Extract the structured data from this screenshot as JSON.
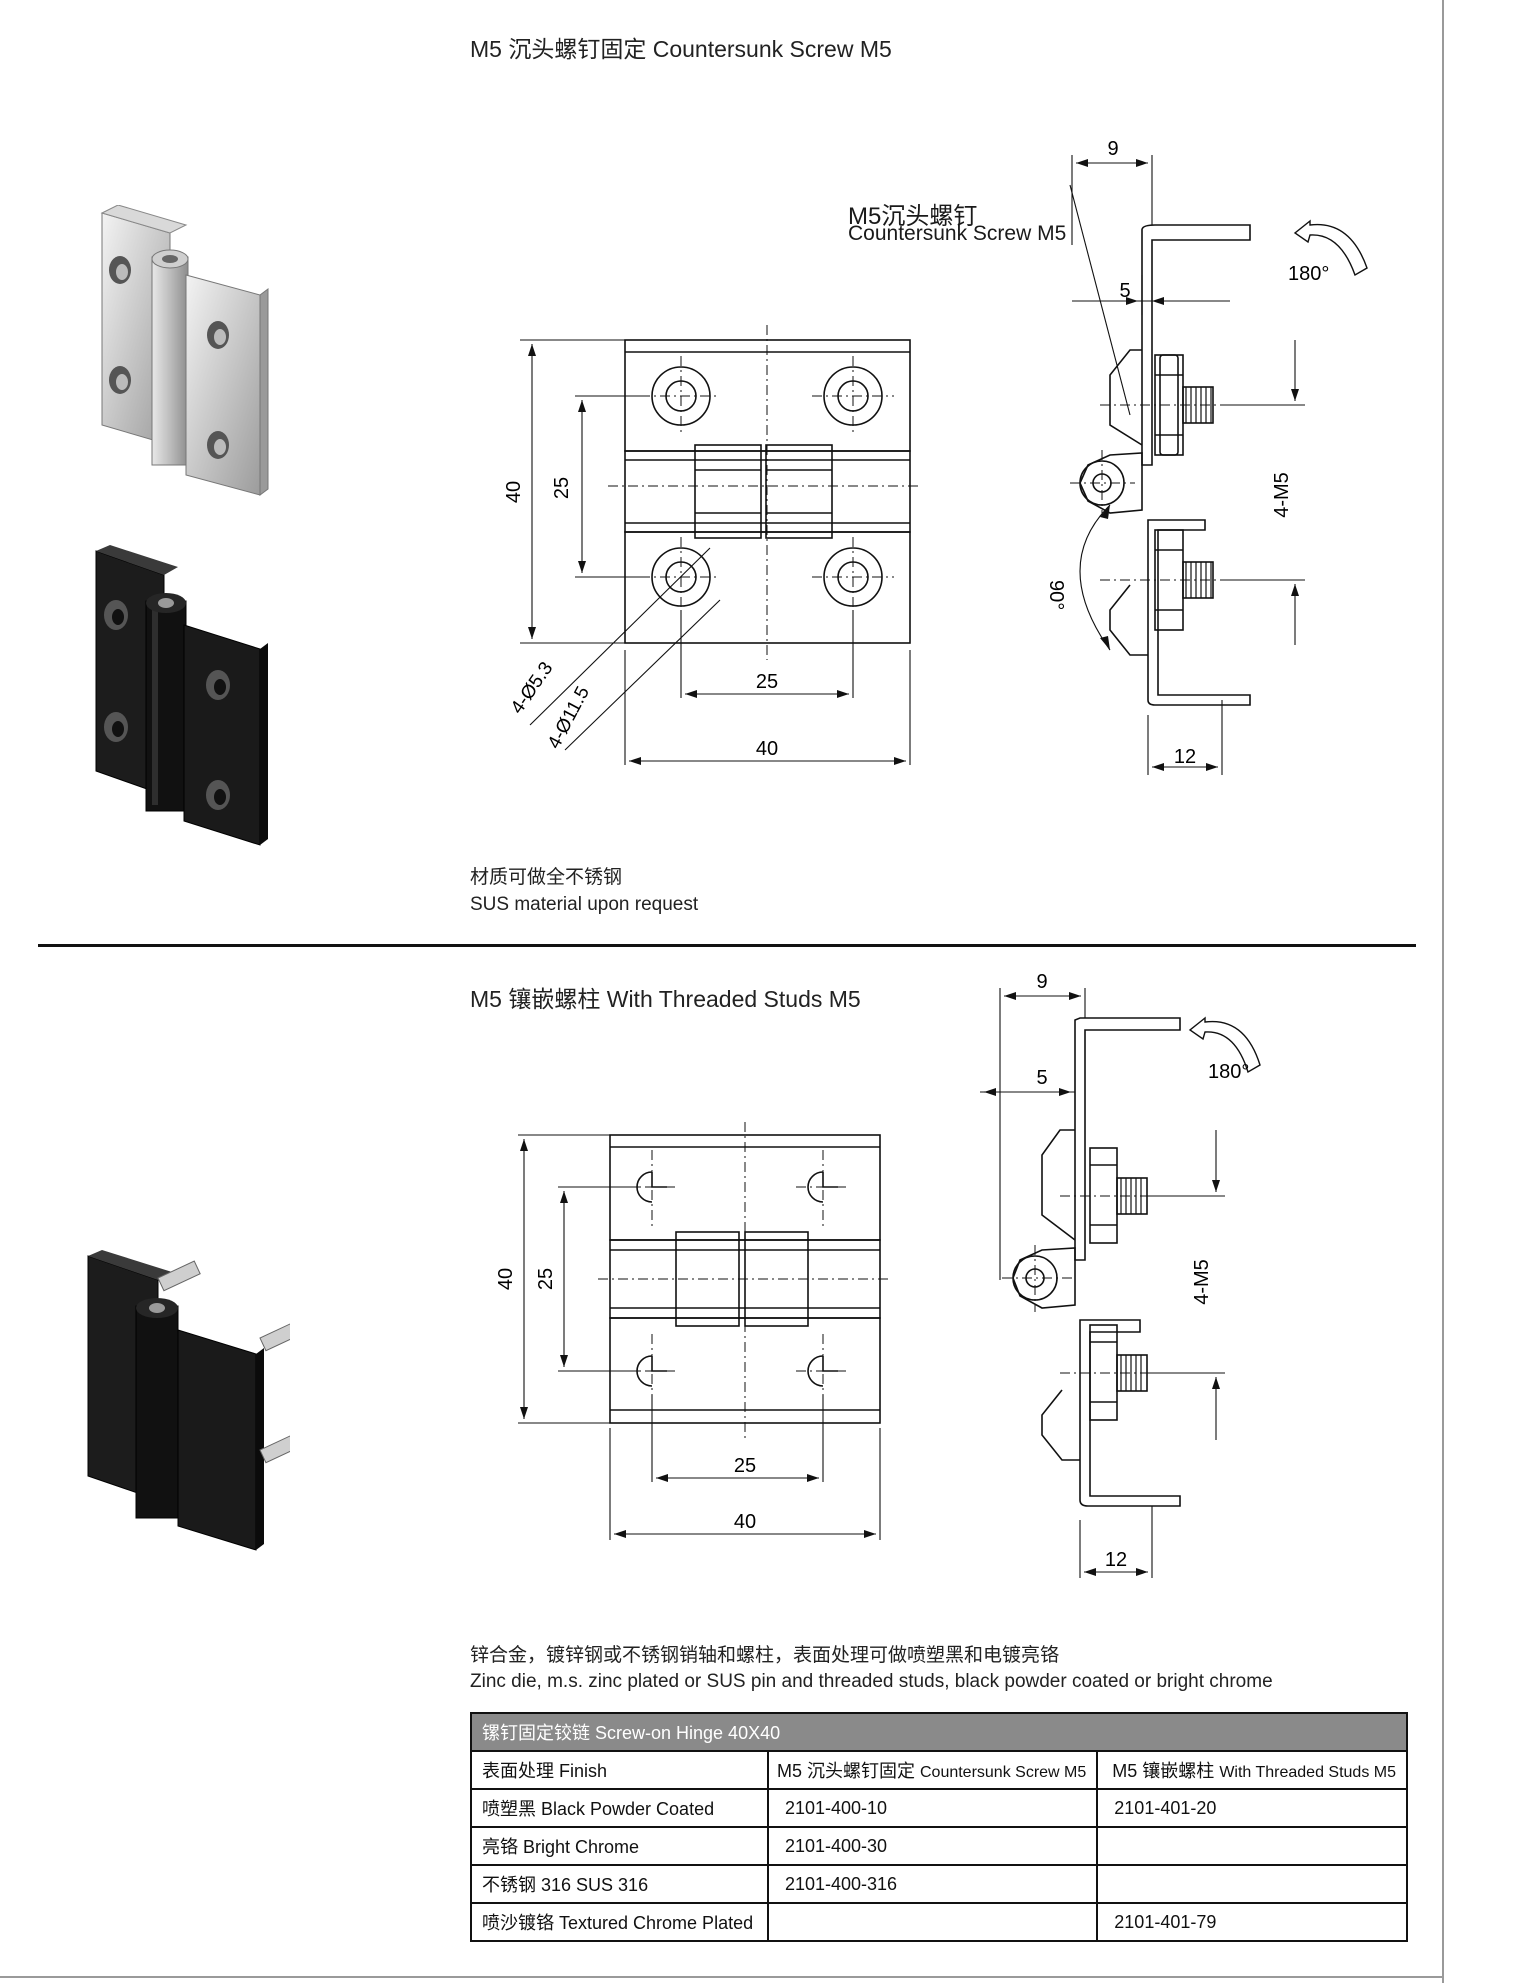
{
  "section1": {
    "title": "M5 沉头螺钉固定  Countersunk Screw M5",
    "note_cn": "材质可做全不锈钢",
    "note_en": "SUS material upon request",
    "drawing": {
      "dim_40_v": "40",
      "dim_25_v": "25",
      "dim_25_h": "25",
      "dim_40_h": "40",
      "hole_small": "4-Ø5.3",
      "hole_large": "4-Ø11.5",
      "dim_9": "9",
      "dim_5": "5",
      "dim_12": "12",
      "thread": "4-M5",
      "angle_180": "180°",
      "angle_90": "90°",
      "callout_cn": "M5沉头螺钉",
      "callout_en": "Countersunk Screw M5"
    }
  },
  "section2": {
    "title": "M5 镶嵌螺柱 With Threaded Studs M5",
    "drawing": {
      "dim_40_v": "40",
      "dim_25_v": "25",
      "dim_25_h": "25",
      "dim_40_h": "40",
      "dim_9": "9",
      "dim_5": "5",
      "dim_12": "12",
      "thread": "4-M5",
      "angle_180": "180°"
    },
    "note_cn": "锌合金，镀锌钢或不锈钢销轴和螺柱，表面处理可做喷塑黑和电镀亮铬",
    "note_en": "Zinc die, m.s. zinc plated or SUS pin and threaded studs, black powder coated or bright chrome"
  },
  "table": {
    "title": "镙钉固定铰链  Screw-on Hinge 40X40",
    "header": {
      "finish": "表面处理 Finish",
      "col1_cn": "M5 沉头螺钉固定",
      "col1_en": "Countersunk Screw M5",
      "col2_cn": "M5 镶嵌螺柱",
      "col2_en": "With Threaded Studs M5"
    },
    "rows": [
      {
        "finish": "喷塑黑 Black Powder Coated",
        "countersunk": "2101-400-10",
        "studs": "2101-401-20"
      },
      {
        "finish": "亮铬 Bright Chrome",
        "countersunk": "2101-400-30",
        "studs": ""
      },
      {
        "finish": "不锈钢 316 SUS 316",
        "countersunk": "2101-400-316",
        "studs": ""
      },
      {
        "finish": "喷沙镀铬 Textured Chrome Plated",
        "countersunk": "",
        "studs": "2101-401-79"
      }
    ]
  },
  "colors": {
    "table_header_bg": "#8a8a8a",
    "line": "#111111",
    "frame": "#9a9a9a"
  }
}
